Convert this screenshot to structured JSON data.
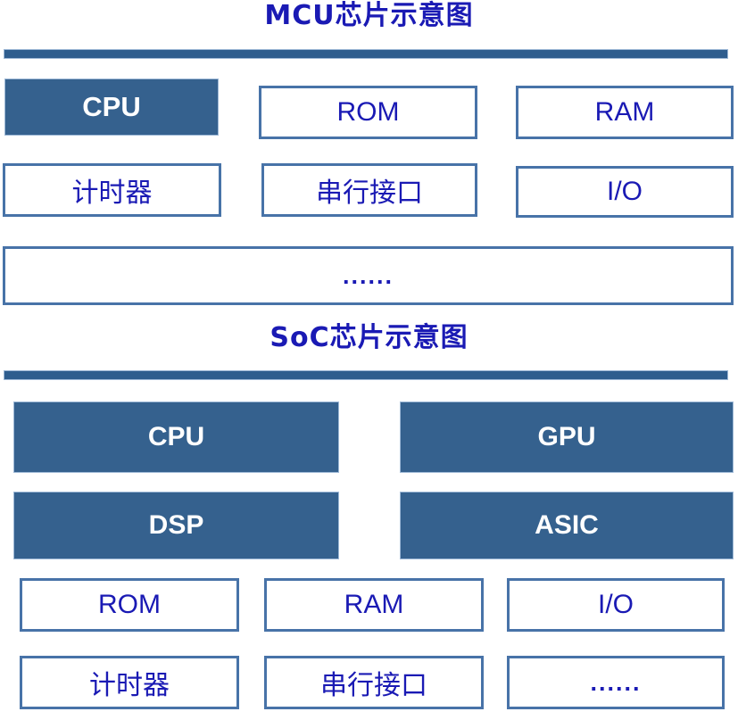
{
  "diagram": {
    "background_color": "#ffffff",
    "accent_fill_color": "#35618E",
    "outline_color": "#4873A8",
    "text_color": "#1A1AB4",
    "filled_text_color": "#ffffff",
    "sections": [
      {
        "id": "mcu",
        "title": "MCU芯片示意图",
        "rows": [
          {
            "blocks": [
              {
                "label": "CPU",
                "style": "filled",
                "script": "latin"
              },
              {
                "label": "ROM",
                "style": "outline",
                "script": "latin"
              },
              {
                "label": "RAM",
                "style": "outline",
                "script": "latin"
              }
            ]
          },
          {
            "blocks": [
              {
                "label": "计时器",
                "style": "outline",
                "script": "cjk"
              },
              {
                "label": "串行接口",
                "style": "outline",
                "script": "cjk"
              },
              {
                "label": "I/O",
                "style": "outline",
                "script": "latin"
              }
            ]
          },
          {
            "blocks": [
              {
                "label": "......",
                "style": "outline",
                "script": "dots"
              }
            ]
          }
        ]
      },
      {
        "id": "soc",
        "title": "SoC芯片示意图",
        "rows": [
          {
            "blocks": [
              {
                "label": "CPU",
                "style": "filled",
                "script": "latin"
              },
              {
                "label": "GPU",
                "style": "filled",
                "script": "latin"
              }
            ]
          },
          {
            "blocks": [
              {
                "label": "DSP",
                "style": "filled",
                "script": "latin"
              },
              {
                "label": "ASIC",
                "style": "filled",
                "script": "latin"
              }
            ]
          },
          {
            "blocks": [
              {
                "label": "ROM",
                "style": "outline",
                "script": "latin"
              },
              {
                "label": "RAM",
                "style": "outline",
                "script": "latin"
              },
              {
                "label": "I/O",
                "style": "outline",
                "script": "latin"
              }
            ]
          },
          {
            "blocks": [
              {
                "label": "计时器",
                "style": "outline",
                "script": "cjk"
              },
              {
                "label": "串行接口",
                "style": "outline",
                "script": "cjk"
              },
              {
                "label": "......",
                "style": "outline",
                "script": "dots"
              }
            ]
          }
        ]
      }
    ]
  }
}
